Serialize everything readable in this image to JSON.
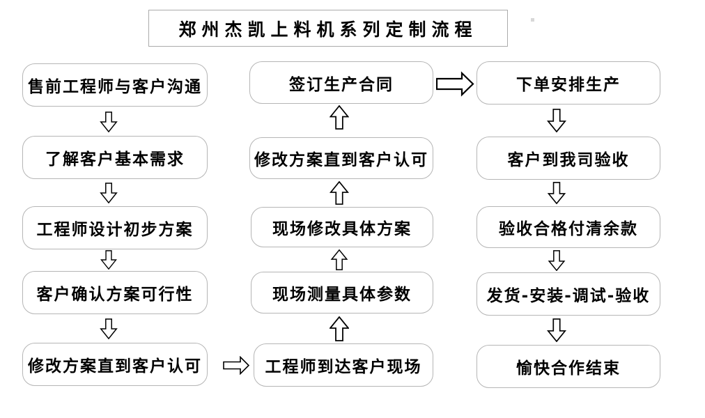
{
  "title": "郑州杰凯上料机系列定制流程",
  "columns": {
    "left": {
      "flow_direction": "top-to-bottom",
      "steps": [
        "售前工程师与客户沟通",
        "了解客户基本需求",
        "工程师设计初步方案",
        "客户确认方案可行性",
        "修改方案直到客户认可"
      ]
    },
    "middle": {
      "flow_direction": "bottom-to-top",
      "steps": [
        "签订生产合同",
        "修改方案直到客户认可",
        "现场修改具体方案",
        "现场测量具体参数",
        "工程师到达客户现场"
      ]
    },
    "right": {
      "flow_direction": "top-to-bottom",
      "steps": [
        "下单安排生产",
        "客户到我司验收",
        "验收合格付清余款",
        "发货-安装-调试-验收",
        "愉快合作结束"
      ]
    }
  },
  "connections": [
    {
      "from": "修改方案直到客户认可",
      "to": "工程师到达客户现场",
      "type": "horizontal-right-arrow"
    },
    {
      "from": "签订生产合同",
      "to": "下单安排生产",
      "type": "horizontal-right-arrow"
    }
  ],
  "flow_order": [
    "售前工程师与客户沟通",
    "了解客户基本需求",
    "工程师设计初步方案",
    "客户确认方案可行性",
    "修改方案直到客户认可",
    "工程师到达客户现场",
    "现场测量具体参数",
    "现场修改具体方案",
    "修改方案直到客户认可",
    "签订生产合同",
    "下单安排生产",
    "客户到我司验收",
    "验收合格付清余款",
    "发货-安装-调试-验收",
    "愉快合作结束"
  ],
  "colors": {
    "background": "#ffffff",
    "box_border": "#b5b5b5",
    "title_border": "#ababab",
    "text": "#000000",
    "arrow_outline": "#000000",
    "arrow_fill": "#ffffff"
  }
}
